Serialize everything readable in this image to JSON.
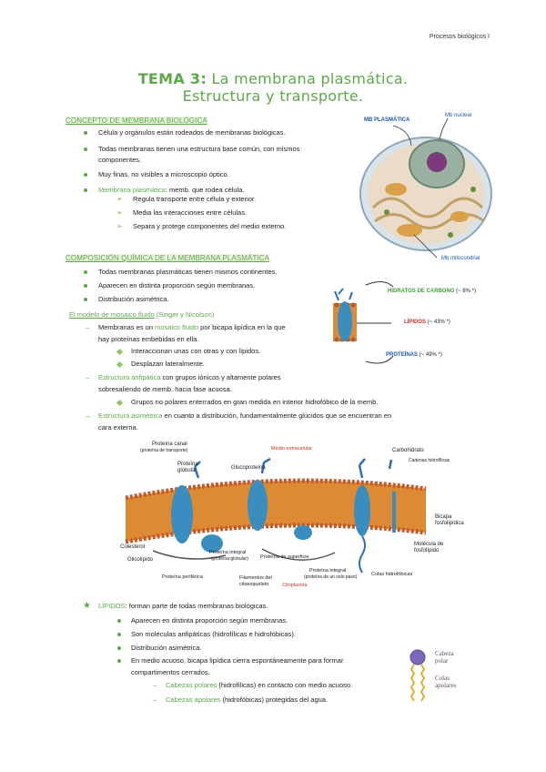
{
  "header": {
    "page_label": "Procesos biológicos I"
  },
  "title": {
    "line1_bold": "TEMA 3:",
    "line1_rest": " La membrana plasmática.",
    "line2": "Estructura y transporte."
  },
  "section1": {
    "heading": "CONCEPTO DE MEMBRANA BIOLÓGICA",
    "items": [
      "Célula y orgánulos están rodeados de membranas biológicas.",
      "Todas membranas tienen una estructura base común, con mismos",
      "componentes.",
      "Muy finas, no visibles a microscopio óptico."
    ],
    "mp_term": "Membrana plasmática",
    "mp_def": ": memb. que rodea célula.",
    "sub_items": [
      "Regula transporte entre célula y exterior.",
      "Media las interacciones entre células.",
      "Separa y protege componentes del medio externo."
    ],
    "cell_labels": {
      "mb_plasmatica": "MB PLASMÁTICA",
      "mb_nuclear": "Mb nuclear",
      "mb_mitocondrial": "Mb mitocondrial"
    }
  },
  "section2": {
    "heading": "COMPOSICIÓN QUÍMICA DE LA MEMBRANA PLASMÁTICA",
    "items": [
      "Todas membranas plasmáticas tienen mismos continentes.",
      "Aparecen en distinta proporción según membranas.",
      "Distribución asimétrica."
    ],
    "model_heading": "El modelo de mosaico fluido",
    "model_authors": " (Singer y Nicolson)",
    "arrow1_pre": "Membranas es un ",
    "arrow1_term": "mosaico fluido",
    "arrow1_post": " por bicapa lipídica en la que",
    "arrow1_line2": "hay proteínas embebidas en ella.",
    "arrow1_sub": [
      "Interaccionan unas con otras y con lípidos.",
      "Desplazan lateralmente."
    ],
    "arrow2_term": "Estructura anfipática",
    "arrow2_post": " con grupos iónicos y altamente polares",
    "arrow2_line2": "sobresaliendo de memb. hacia fase acuosa.",
    "arrow2_sub": "Grupos no polares enterrados en gran medida en interior hidrofóbico de la memb.",
    "arrow3_term": "Estructura asimétrica",
    "arrow3_post": " en cuanto a distribución, fundamentalmente glúcidos que se encuentran en",
    "arrow3_line2": "cara externa.",
    "composition": {
      "carb_label": "HIDRATOS DE CARBONO",
      "carb_pct": " (~ 8% *)",
      "lip_label": "LÍPIDOS",
      "lip_pct": " (~ 43% *)",
      "prot_label": "PROTEÍNAS",
      "prot_pct": " (~ 49% *)"
    }
  },
  "diagram_labels": {
    "medio_ext": "Medio extracelular",
    "prot_canal": "Proteína canal",
    "prot_canal2": "(proteína de transporte)",
    "prot_globular": "Proteína",
    "prot_globular2": "globular",
    "glucoproteina": "Glucoproteína",
    "carbohidrato": "Carbohidrato",
    "cadenas_hidro": "Cadenas hidrofílicas",
    "bicapa": "Bicapa",
    "bicapa2": "fosfolipídica",
    "molecula": "Molécula de",
    "molecula2": "fosfolípido",
    "colesterol": "Colesterol",
    "glicolipido": "Glicolípido",
    "prot_integral": "Proteína integral",
    "prot_integral2": "(proteína globular)",
    "prot_superficie": "Proteína de superficie",
    "prot_integral_b": "Proteína integral",
    "prot_integral_b2": "(proteína de un solo paso)",
    "prot_periferica": "Proteína periférica",
    "filamentos": "Filamentos del",
    "filamentos2": "citoesqueleto",
    "citoplasma": "Citoplasma",
    "colas": "Colas hidrofóbicas"
  },
  "lipids": {
    "term": "LÍPIDOS",
    "intro": ": forman parte de todas membranas biológicas.",
    "items": [
      "Aparecen en distinta proporción según membranas.",
      "Son moléculas anfipáticas (hidrofílicas e hidrofóbicas).",
      "Distribución asimétrica.",
      "En medio acuoso, bicapa lipídica cierra espontáneamente para formar"
    ],
    "item4_line2": "compartimentos cerrados.",
    "arrow1_term": "Cabezas polares",
    "arrow1_post": " (hidrofílicas) en contacto con medio acuoso.",
    "arrow2_term": "Cabezas apolares",
    "arrow2_post": " (hidrofóbicas) protegidas del agua.",
    "fig_head": "Cabeza",
    "fig_head2": "polar",
    "fig_tails": "Colas",
    "fig_tails2": "apolares"
  },
  "colors": {
    "accent": "#5fa84a",
    "blue_label": "#1d57a8",
    "red_label": "#c8322b",
    "green_label": "#3f9e3a"
  }
}
